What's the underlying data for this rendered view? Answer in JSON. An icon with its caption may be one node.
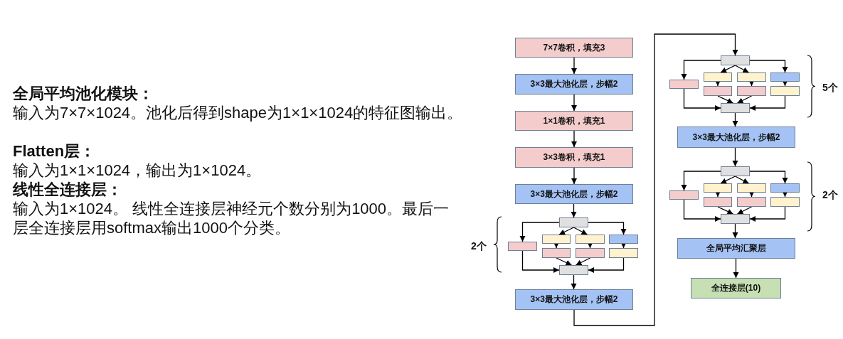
{
  "diagram": {
    "nodes": [
      {
        "text": [
          "7×7卷积，填充3"
        ]
      },
      {
        "text": [
          "3×3最大池化层，步幅2"
        ]
      },
      {
        "text": [
          "1×1卷积，填充1"
        ]
      },
      {
        "text": [
          "3×3卷积，填充1"
        ]
      },
      {
        "text": [
          "3×3最大池化层，步幅2"
        ]
      },
      {
        "text": [],
        "shape": "box"
      },
      {
        "text": [],
        "shape": "box"
      },
      {
        "text": [],
        "shape": "box"
      },
      {
        "text": [],
        "shape": "box"
      },
      {
        "text": [],
        "shape": "box"
      },
      {
        "text": [],
        "shape": "box"
      },
      {
        "text": [],
        "shape": "box"
      },
      {
        "text": [],
        "shape": "box"
      },
      {
        "text": [],
        "shape": "box"
      },
      {
        "text": [
          "3×3最大池化层，步幅2"
        ]
      },
      {
        "text": [],
        "shape": "box"
      },
      {
        "text": [],
        "shape": "box"
      },
      {
        "text": [],
        "shape": "box"
      },
      {
        "text": [],
        "shape": "box"
      },
      {
        "text": [],
        "shape": "box"
      },
      {
        "text": [],
        "shape": "box"
      },
      {
        "text": [],
        "shape": "box"
      },
      {
        "text": [],
        "shape": "box"
      },
      {
        "text": [],
        "shape": "box"
      },
      {
        "text": [
          "3×3最大池化层，步幅2"
        ]
      },
      {
        "text": [],
        "shape": "box"
      },
      {
        "text": [],
        "shape": "box"
      },
      {
        "text": [],
        "shape": "box"
      },
      {
        "text": [],
        "shape": "box"
      },
      {
        "text": [],
        "shape": "box"
      },
      {
        "text": [],
        "shape": "box"
      },
      {
        "text": [],
        "shape": "box"
      },
      {
        "text": [],
        "shape": "box"
      },
      {
        "text": [],
        "shape": "box"
      },
      {
        "text": [
          "全局平均汇聚层"
        ]
      },
      {
        "text": [
          "全连接层(10)"
        ]
      }
    ],
    "edges": [
      {
        "from": 0,
        "to": 1,
        "arrow": "to"
      },
      {
        "from": 1,
        "to": 2,
        "arrow": "to"
      },
      {
        "from": 2,
        "to": 3,
        "arrow": "to"
      },
      {
        "from": 3,
        "to": 4,
        "arrow": "to"
      },
      {
        "from": 4,
        "to": 5,
        "arrow": "to"
      },
      {
        "from": 5,
        "to": 6,
        "arrow": "to"
      },
      {
        "from": 5,
        "to": 7,
        "arrow": "to"
      },
      {
        "from": 5,
        "to": 9,
        "arrow": "to"
      },
      {
        "from": 5,
        "to": 11,
        "arrow": "to"
      },
      {
        "from": 7,
        "to": 8,
        "arrow": "to"
      },
      {
        "from": 9,
        "to": 10,
        "arrow": "to"
      },
      {
        "from": 11,
        "to": 12,
        "arrow": "to"
      },
      {
        "from": 6,
        "to": 13,
        "arrow": "to"
      },
      {
        "from": 8,
        "to": 13,
        "arrow": "to"
      },
      {
        "from": 10,
        "to": 13,
        "arrow": "to"
      },
      {
        "from": 12,
        "to": 13,
        "arrow": "to"
      },
      {
        "from": 13,
        "to": 14,
        "arrow": "to"
      },
      {
        "from": 14,
        "to": 15,
        "arrow": "to"
      },
      {
        "from": 15,
        "to": 16,
        "arrow": "to"
      },
      {
        "from": 15,
        "to": 17,
        "arrow": "to"
      },
      {
        "from": 15,
        "to": 19,
        "arrow": "to"
      },
      {
        "from": 15,
        "to": 21,
        "arrow": "to"
      },
      {
        "from": 17,
        "to": 18,
        "arrow": "to"
      },
      {
        "from": 19,
        "to": 20,
        "arrow": "to"
      },
      {
        "from": 21,
        "to": 22,
        "arrow": "to"
      },
      {
        "from": 16,
        "to": 23,
        "arrow": "to"
      },
      {
        "from": 18,
        "to": 23,
        "arrow": "to"
      },
      {
        "from": 20,
        "to": 23,
        "arrow": "to"
      },
      {
        "from": 22,
        "to": 23,
        "arrow": "to"
      },
      {
        "from": 23,
        "to": 24,
        "arrow": "to"
      },
      {
        "from": 24,
        "to": 25,
        "arrow": "to"
      },
      {
        "from": 25,
        "to": 26,
        "arrow": "to"
      },
      {
        "from": 25,
        "to": 27,
        "arrow": "to"
      },
      {
        "from": 25,
        "to": 29,
        "arrow": "to"
      },
      {
        "from": 25,
        "to": 31,
        "arrow": "to"
      },
      {
        "from": 27,
        "to": 28,
        "arrow": "to"
      },
      {
        "from": 29,
        "to": 30,
        "arrow": "to"
      },
      {
        "from": 31,
        "to": 32,
        "arrow": "to"
      },
      {
        "from": 26,
        "to": 33,
        "arrow": "to"
      },
      {
        "from": 28,
        "to": 33,
        "arrow": "to"
      },
      {
        "from": 30,
        "to": 33,
        "arrow": "to"
      },
      {
        "from": 32,
        "to": 33,
        "arrow": "to"
      },
      {
        "from": 33,
        "to": 34,
        "arrow": "to"
      },
      {
        "from": 34,
        "to": 35,
        "arrow": "to"
      }
    ],
    "labels": [
      "全局平均池化模块：",
      "输入为7×7×1024。池化后得到shape为1×1×1024的特征图输出。",
      "Flatten层：",
      "输入为1×1×1024，输出为1×1024。",
      "线性全连接层：",
      "输入为1×1024。 线性全连接层神经元个数分别为1000。最后一层全连接层用softmax输出1000个分类。",
      "2个",
      "5个",
      "2个"
    ]
  }
}
